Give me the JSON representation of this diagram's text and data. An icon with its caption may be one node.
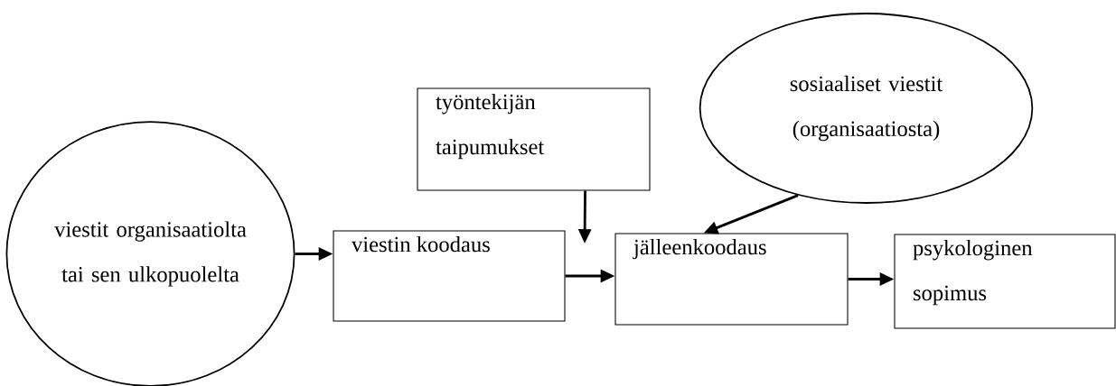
{
  "diagram": {
    "nodes": [
      {
        "text": [
          "viestit organisaatiolta tai sen ulkopuolelta"
        ]
      },
      {
        "text": [
          "viestin koodaus"
        ]
      },
      {
        "text": [
          "työntekijän taipumukset"
        ]
      },
      {
        "text": [
          "jälleenkoodaus"
        ]
      },
      {
        "text": [
          "sosiaaliset viestit (organisaatiosta)"
        ]
      },
      {
        "text": [
          "psykologinen sopimus"
        ]
      }
    ],
    "edges": [
      {
        "from": 0,
        "to": 1,
        "arrow": "to"
      },
      {
        "from": 1,
        "to": 3,
        "arrow": "to"
      },
      {
        "from": 2,
        "to": null,
        "arrow": "to"
      },
      {
        "from": 4,
        "to": 3,
        "arrow": "to"
      },
      {
        "from": 3,
        "to": 5,
        "arrow": "to"
      }
    ]
  }
}
